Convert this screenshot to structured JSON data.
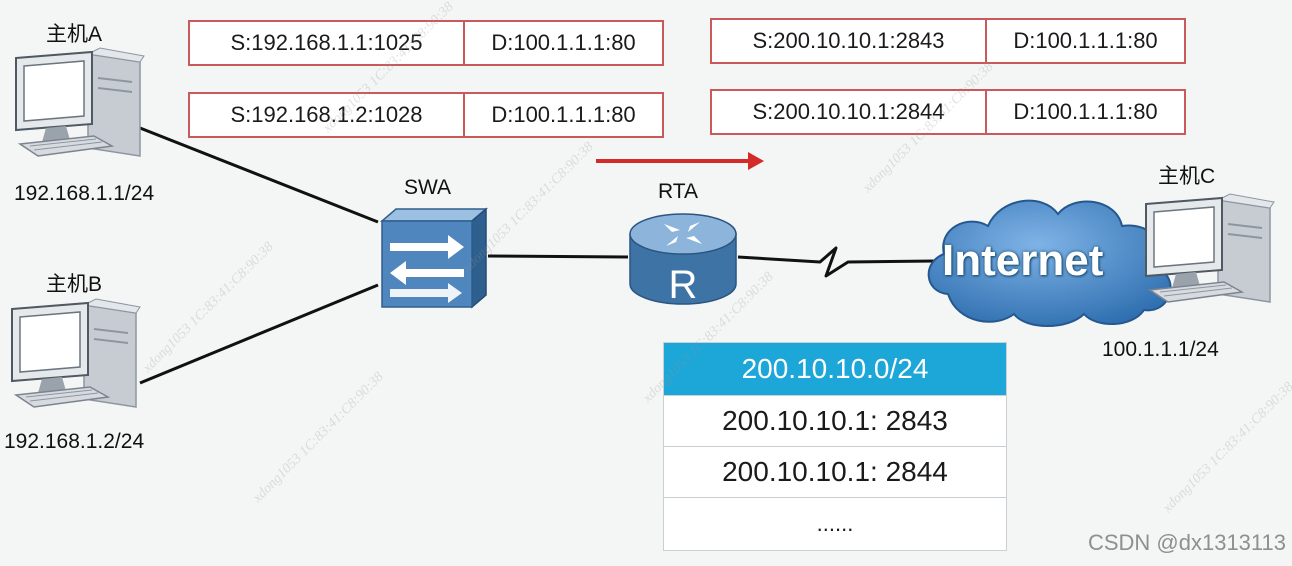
{
  "packets": [
    {
      "src": "S:192.168.1.1:1025",
      "dst": "D:100.1.1.1:80"
    },
    {
      "src": "S:192.168.1.2:1028",
      "dst": "D:100.1.1.1:80"
    },
    {
      "src": "S:200.10.10.1:2843",
      "dst": "D:100.1.1.1:80"
    },
    {
      "src": "S:200.10.10.1:2844",
      "dst": "D:100.1.1.1:80"
    }
  ],
  "hosts": {
    "a": {
      "name": "主机A",
      "ip": "192.168.1.1/24"
    },
    "b": {
      "name": "主机B",
      "ip": "192.168.1.2/24"
    },
    "c": {
      "name": "主机C",
      "ip": "100.1.1.1/24"
    }
  },
  "switch_label": "SWA",
  "router_label": "RTA",
  "router_letter": "R",
  "internet_label": "Internet",
  "nat_table": {
    "header": "200.10.10.0/24",
    "rows": [
      "200.10.10.1:  2843",
      "200.10.10.1:  2844",
      "......"
    ]
  },
  "colors": {
    "arrow": "#d42a2a",
    "table_header": "#1da6d8",
    "packet_border": "#c9595b",
    "switch": "#3a72a8",
    "router": "#4a7fae",
    "cloud": "#3c7fc0"
  },
  "watermark_text": "xdong1053  1C:83:41:C8:90:38",
  "credit": "CSDN @dx1313113"
}
